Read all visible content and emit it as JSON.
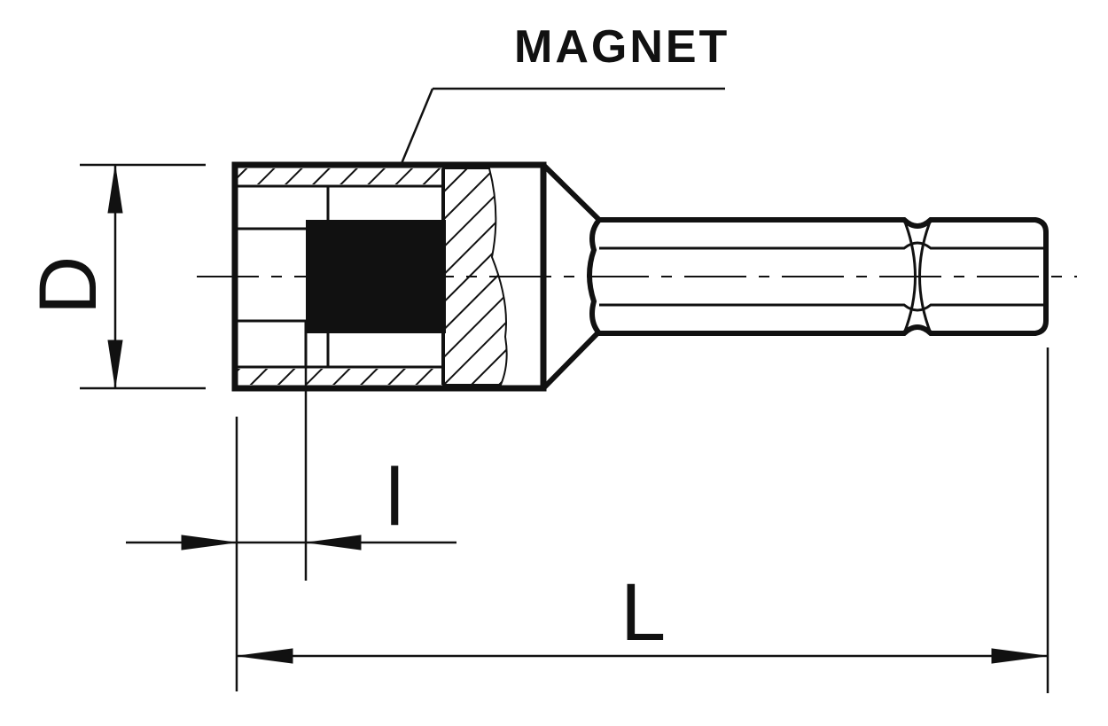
{
  "labels": {
    "magnet": "MAGNET",
    "diameter": "D",
    "small_length": "l",
    "total_length": "L"
  },
  "colors": {
    "ink": "#111111",
    "background": "#ffffff"
  }
}
